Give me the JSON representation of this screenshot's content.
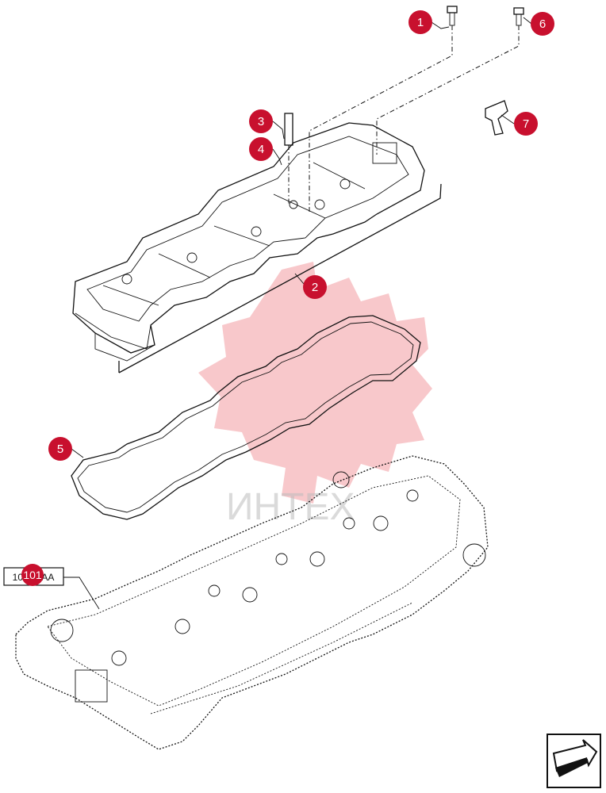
{
  "callouts": [
    {
      "label": "1"
    },
    {
      "label": "2"
    },
    {
      "label": "3"
    },
    {
      "label": "4"
    },
    {
      "label": "5"
    },
    {
      "label": "6"
    },
    {
      "label": "7"
    }
  ],
  "reference": {
    "label": "10.101AA",
    "badge": "101"
  },
  "watermark": {
    "text": "ИНТЕХ"
  },
  "colors": {
    "callout": "#c8102e",
    "watermark": "#e63946"
  },
  "icons": {
    "nav": "next-page-arrow-icon"
  }
}
